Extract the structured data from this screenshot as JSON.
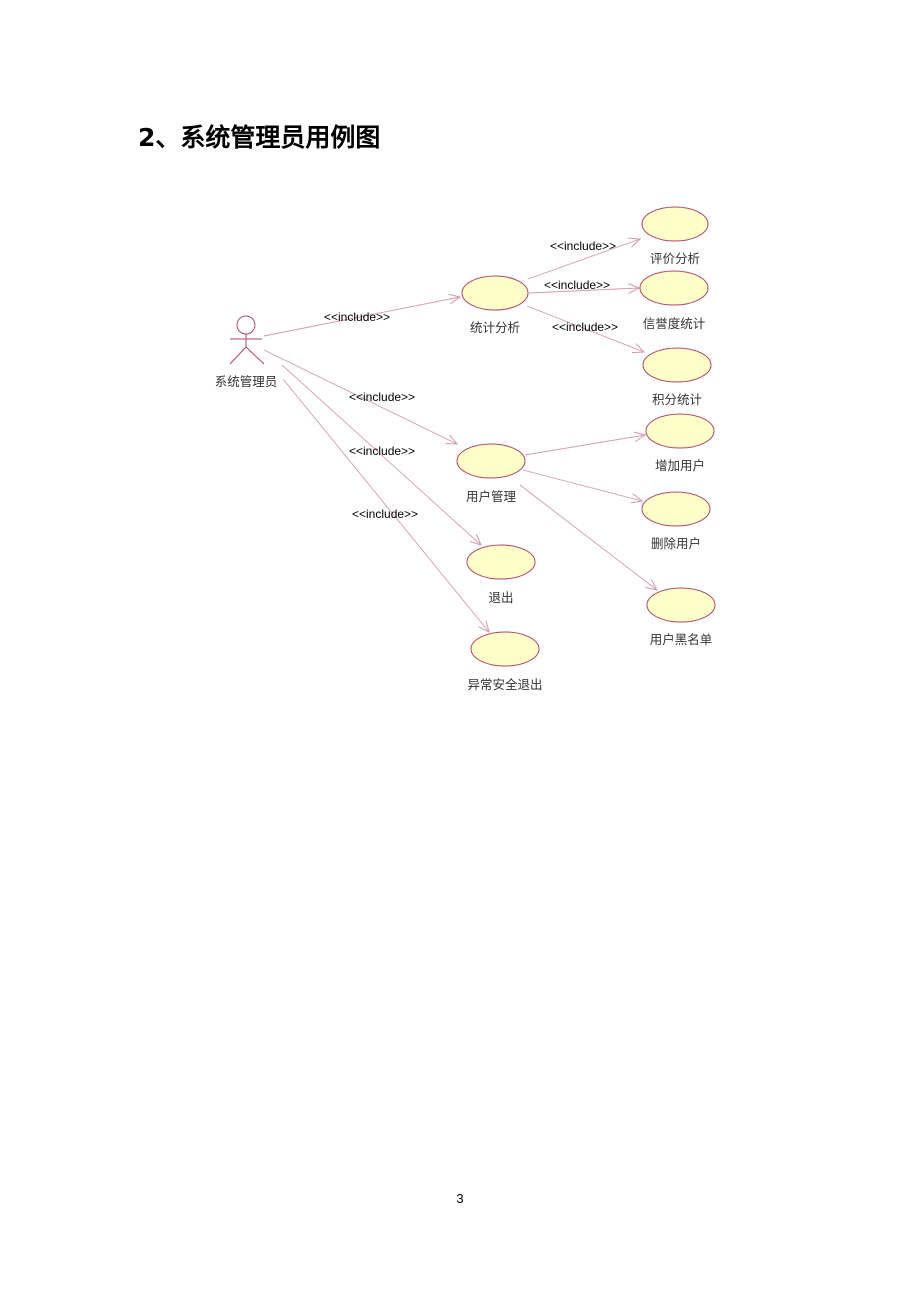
{
  "heading": "2、系统管理员用例图",
  "page_number": "3",
  "colors": {
    "usecase_fill": "#ffffc9",
    "usecase_stroke": "#b0466a",
    "line": "#d49aab",
    "actor": "#b0466a"
  },
  "actor": {
    "name": "系统管理员",
    "icon": "stick-figure-icon"
  },
  "use_cases": {
    "stats": "统计分析",
    "evaluation": "评价分析",
    "credit": "信誉度统计",
    "points": "积分统计",
    "user_mgmt": "用户管理",
    "add_user": "增加用户",
    "delete_user": "删除用户",
    "blacklist": "用户黑名单",
    "logout": "退出",
    "safe_logout": "异常安全退出"
  },
  "relations": {
    "include": "<<include>>"
  }
}
